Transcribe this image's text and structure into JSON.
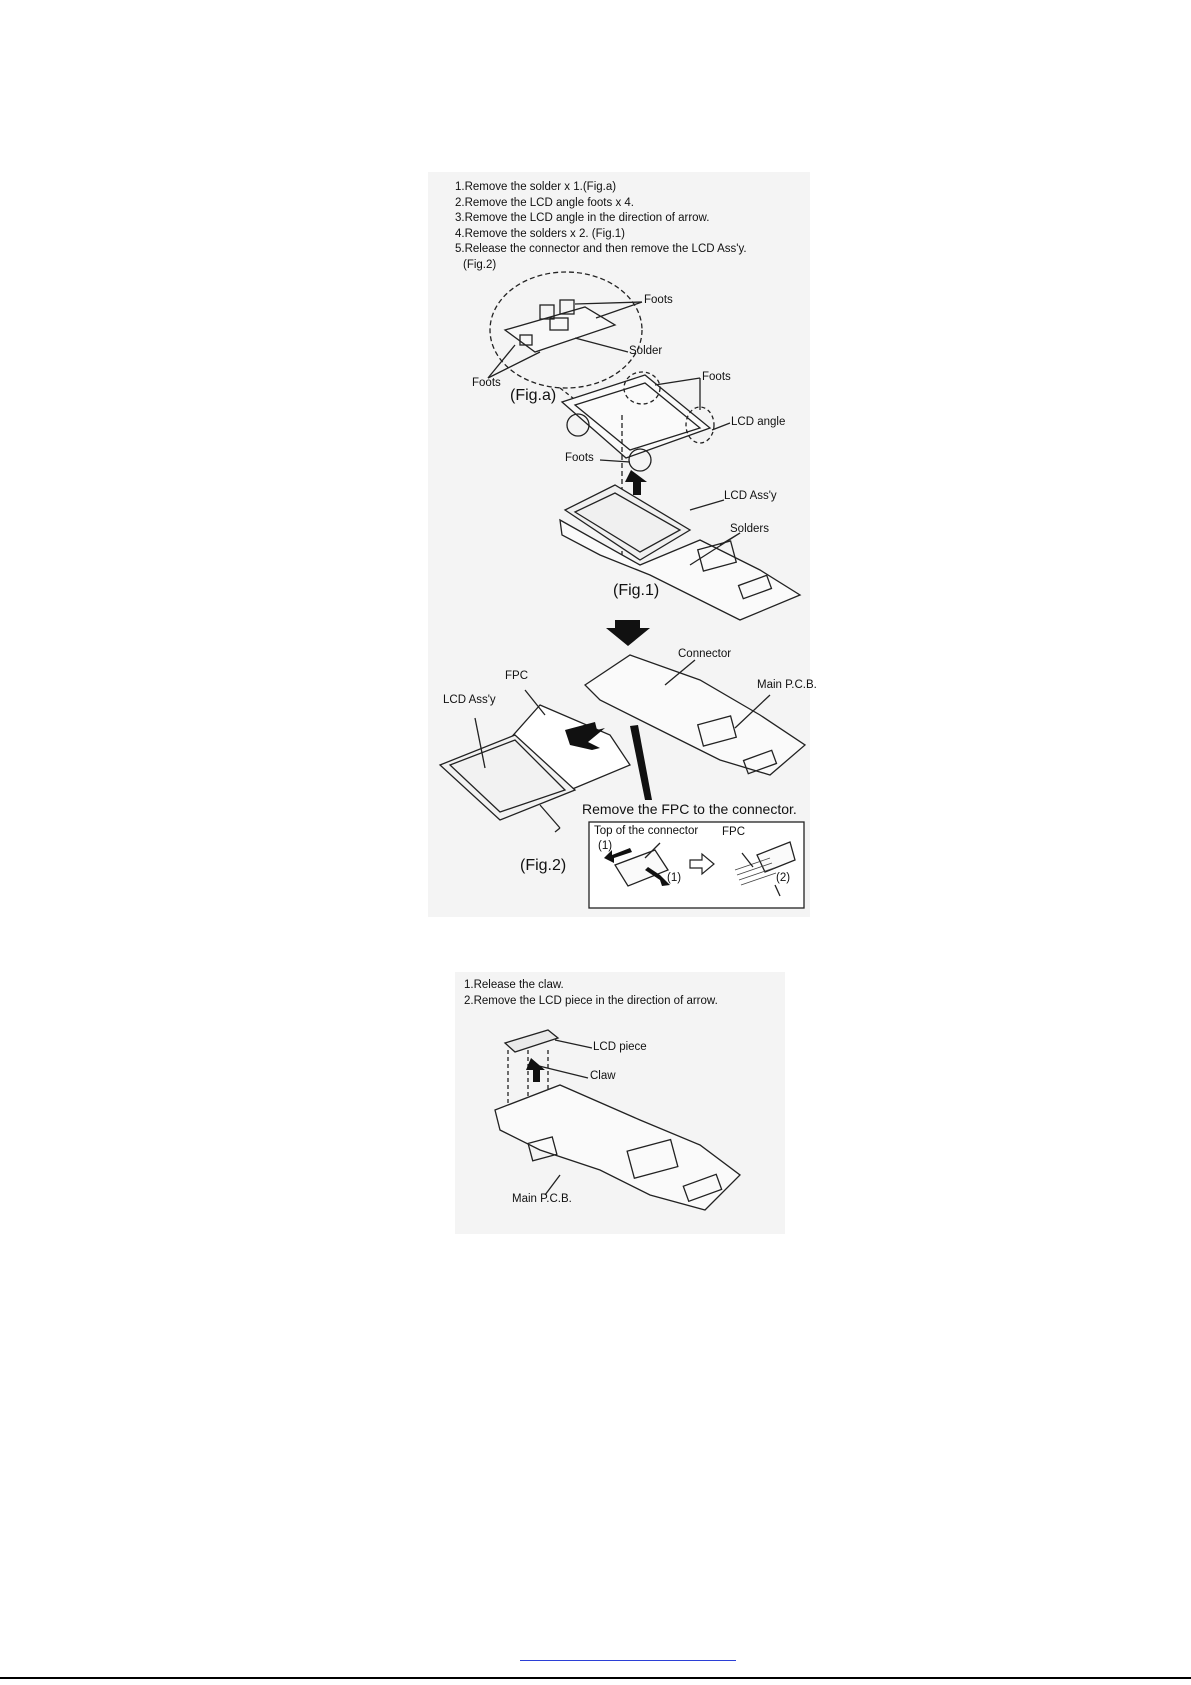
{
  "section1": {
    "steps": [
      "1.Remove the solder x 1.(Fig.a)",
      "2.Remove the LCD angle foots x 4.",
      "3.Remove the LCD angle in the direction of arrow.",
      "4.Remove the solders x 2. (Fig.1)",
      "5.Release the connector and then remove the LCD Ass'y."
    ],
    "step5_cont": "(Fig.2)",
    "labels": {
      "foots_top": "Foots",
      "solder": "Solder",
      "foots_left": "Foots",
      "fig_a": "(Fig.a)",
      "foots_right": "Foots",
      "lcd_angle": "LCD angle",
      "foots_bottom": "Foots",
      "lcd_assy_1": "LCD Ass'y",
      "solders": "Solders",
      "fig_1": "(Fig.1)",
      "connector": "Connector",
      "fpc": "FPC",
      "main_pcb": "Main P.C.B.",
      "lcd_assy_2": "LCD Ass'y",
      "remove_fpc": "Remove the FPC to the connector.",
      "top_of_connector": "Top of the connector",
      "fpc_inset": "FPC",
      "one_a": "(1)",
      "one_b": "(1)",
      "two": "(2)",
      "fig_2": "(Fig.2)"
    }
  },
  "section2": {
    "steps": [
      "1.Release the claw.",
      "2.Remove the LCD piece in the direction of arrow."
    ],
    "labels": {
      "lcd_piece": "LCD piece",
      "claw": "Claw",
      "main_pcb": "Main P.C.B."
    }
  }
}
